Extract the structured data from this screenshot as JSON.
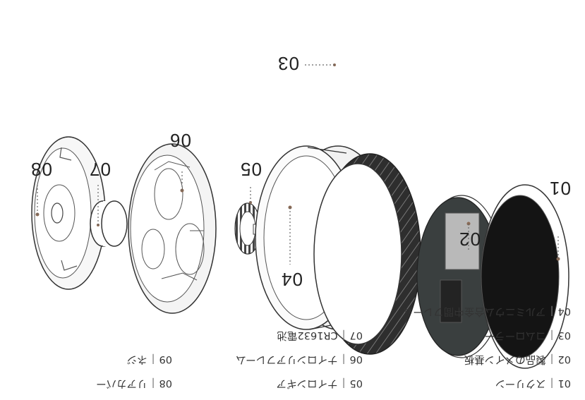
{
  "callouts": {
    "c01": "01",
    "c02": "02",
    "c03": "03",
    "c04": "04",
    "c05": "05",
    "c06": "06",
    "c07": "07",
    "c08": "08"
  },
  "legend": [
    {
      "no": "01",
      "label": "スクリーン"
    },
    {
      "no": "02",
      "label": "製品のメイン基板"
    },
    {
      "no": "03",
      "label": "コムローラー"
    },
    {
      "no": "04",
      "label": "アルミニウム合金中間フレーム"
    },
    {
      "no": "05",
      "label": "ナイロンギア"
    },
    {
      "no": "06",
      "label": "ナイロンリアフレーム"
    },
    {
      "no": "07",
      "label": "CR1632電池"
    },
    {
      "no": "08",
      "label": "リアカバー"
    },
    {
      "no": "09",
      "label": "ネジ"
    }
  ],
  "colors": {
    "line": "#333333",
    "screen_black": "#141414",
    "pcb": "#3a3f3f",
    "roller": "#2a2a2a",
    "leader_dot": "#8a6a55"
  }
}
